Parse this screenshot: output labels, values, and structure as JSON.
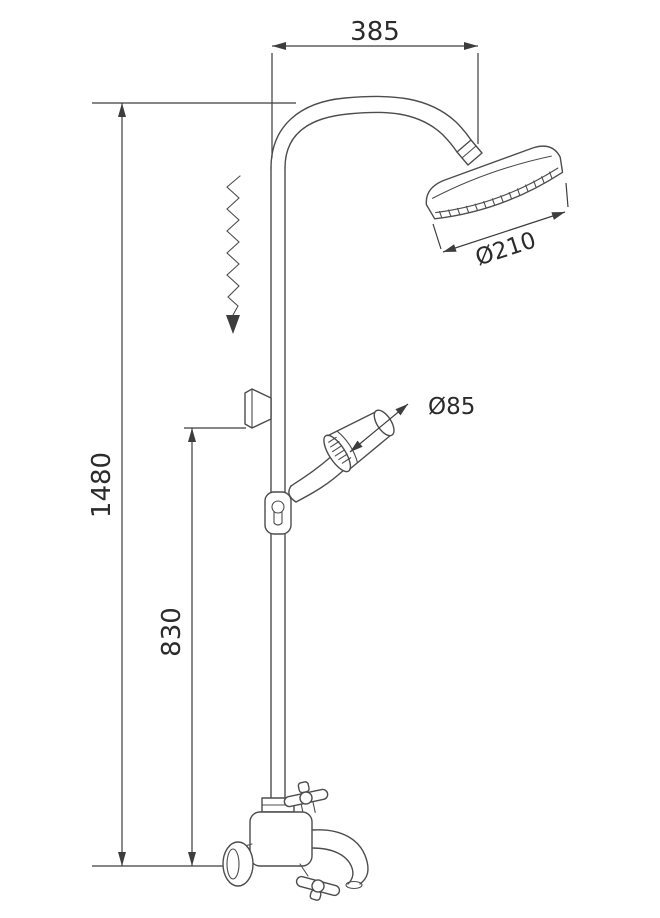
{
  "drawing": {
    "subject": "shower-column-technical-drawing",
    "labels": {
      "top_width": "385",
      "total_height": "1480",
      "lower_height": "830",
      "overhead_diameter": "Ø210",
      "handshower_diameter": "Ø85"
    },
    "colors": {
      "line": "#4d4d4d",
      "dimension_text": "#2b2b2b",
      "background": "#ffffff"
    }
  }
}
